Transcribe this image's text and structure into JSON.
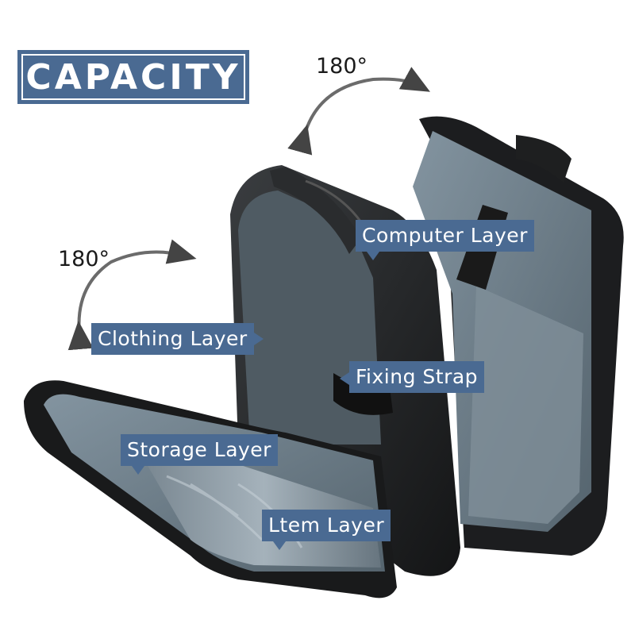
{
  "title": "CAPACITY",
  "rotation_labels": {
    "top": "180°",
    "left": "180°"
  },
  "layer_labels": {
    "computer": "Computer Layer",
    "clothing": "Clothing Layer",
    "fixing": "Fixing Strap",
    "storage": "Storage Layer",
    "item": "Ltem Layer"
  },
  "colors": {
    "label_bg": "#4a6a92",
    "label_text": "#ffffff",
    "bag_shell": "#1e2022",
    "bag_lining": "#6a7b86"
  }
}
